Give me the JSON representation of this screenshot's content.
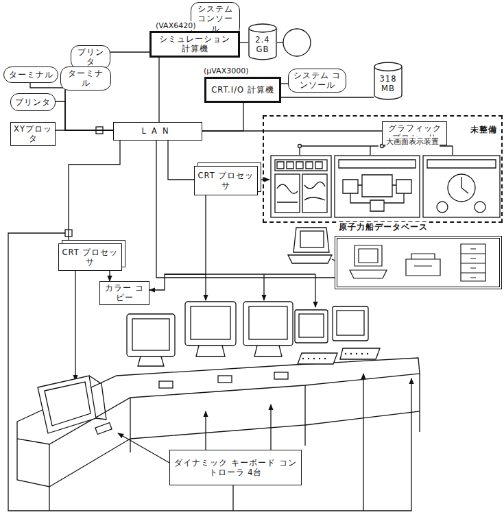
{
  "diagram": {
    "nodes": [
      {
        "text": [
          "システム コンソール"
        ]
      },
      {
        "text": [
          "シミュレーション 計算機"
        ]
      },
      {
        "text": [
          "2.4 GB"
        ]
      },
      {
        "text": [
          "プリンタ"
        ]
      },
      {
        "text": [
          "ターミナル"
        ]
      },
      {
        "text": [
          "ターミナル"
        ]
      },
      {
        "text": [
          "プリンタ"
        ]
      },
      {
        "text": [
          "XYプロッタ"
        ]
      },
      {
        "text": [
          "LAN"
        ]
      },
      {
        "text": [
          "CRT.I/O 計算機"
        ]
      },
      {
        "text": [
          "システム コンソール"
        ]
      },
      {
        "text": [
          "318 MB"
        ]
      },
      {
        "text": [
          "未整備"
        ]
      },
      {
        "text": [
          "グラフィック プロセッサ"
        ],
        "in": 12
      },
      {
        "text": [
          "CRT プロセッサ"
        ]
      },
      {
        "text": [
          "原子力船データベース"
        ]
      },
      {
        "text": [
          "CRT プロセッサ"
        ]
      },
      {
        "text": [
          "カラー コピー"
        ]
      },
      {
        "text": [
          "ダイナミック キーボード コントローラ 4台"
        ]
      }
    ],
    "edges": [
      {
        "from": 0,
        "to": 1,
        "arrow": "none"
      },
      {
        "from": 1,
        "to": 2,
        "arrow": "none"
      },
      {
        "from": 3,
        "to": 1,
        "arrow": "none"
      },
      {
        "from": 1,
        "to": 8,
        "arrow": "none"
      },
      {
        "from": 4,
        "to": 8,
        "arrow": "none"
      },
      {
        "from": 5,
        "to": 8,
        "arrow": "none"
      },
      {
        "from": 6,
        "to": 8,
        "arrow": "none"
      },
      {
        "from": 7,
        "to": 8,
        "arrow": "none"
      },
      {
        "from": 8,
        "to": 9,
        "arrow": "none"
      },
      {
        "from": 9,
        "to": 10,
        "arrow": "none"
      },
      {
        "from": 9,
        "to": 11,
        "arrow": "none"
      },
      {
        "from": 8,
        "to": 13,
        "arrow": "none"
      },
      {
        "from": 8,
        "to": 14,
        "arrow": "none"
      },
      {
        "from": 8,
        "to": 15,
        "arrow": "none"
      },
      {
        "from": 8,
        "to": 16,
        "arrow": "none"
      },
      {
        "from": 16,
        "to": 17,
        "arrow": "to"
      },
      {
        "from": 14,
        "to": 17,
        "arrow": "to"
      }
    ],
    "labels": [
      "(VAX6420)",
      "(μVAX3000)",
      "大画面表示装置"
    ]
  }
}
